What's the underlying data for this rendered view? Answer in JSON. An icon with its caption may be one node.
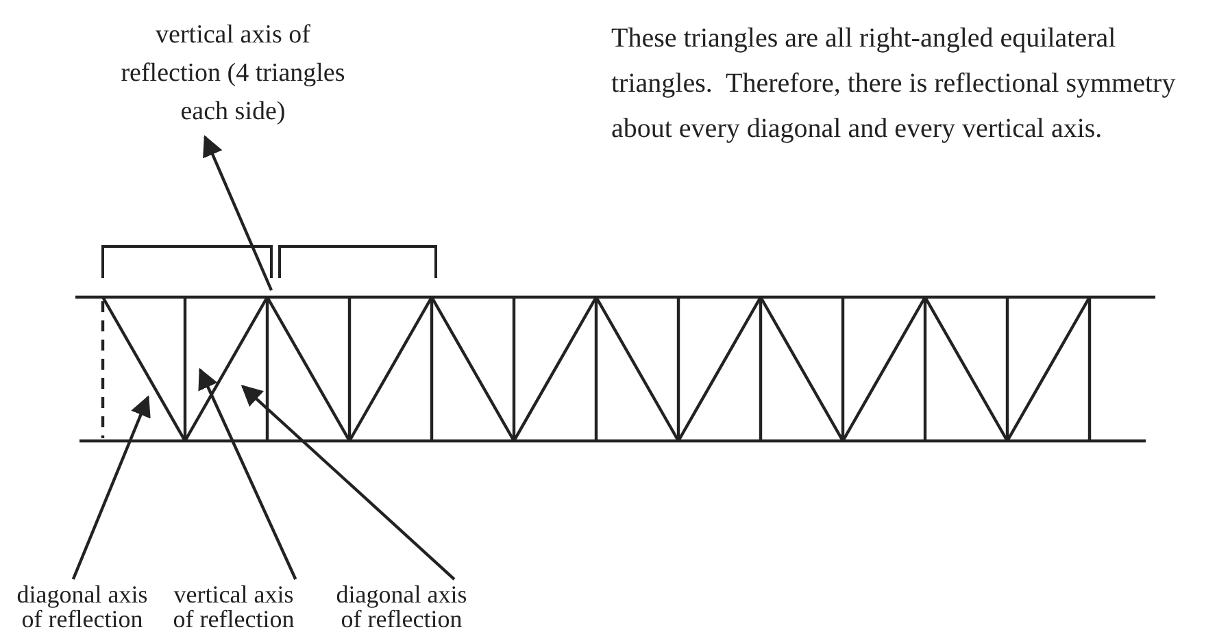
{
  "diagram": {
    "nodes": [
      {
        "text": [
          "vertical axis of reflection (4 triangles each side)"
        ]
      },
      {
        "text": [
          "diagonal axis of reflection"
        ]
      },
      {
        "text": [
          "vertical axis of reflection"
        ]
      },
      {
        "text": [
          "diagonal axis of reflection"
        ]
      }
    ],
    "edges": [
      {
        "from": null,
        "to": 0,
        "arrow": "to"
      },
      {
        "from": 1,
        "to": null,
        "arrow": "to"
      },
      {
        "from": 2,
        "to": null,
        "arrow": "to"
      },
      {
        "from": 3,
        "to": null,
        "arrow": "to"
      }
    ],
    "labels": [
      "These triangles are all right-angled equilateral triangles.  Therefore, there is reflectional symmetry about every diagonal and every vertical axis."
    ]
  }
}
